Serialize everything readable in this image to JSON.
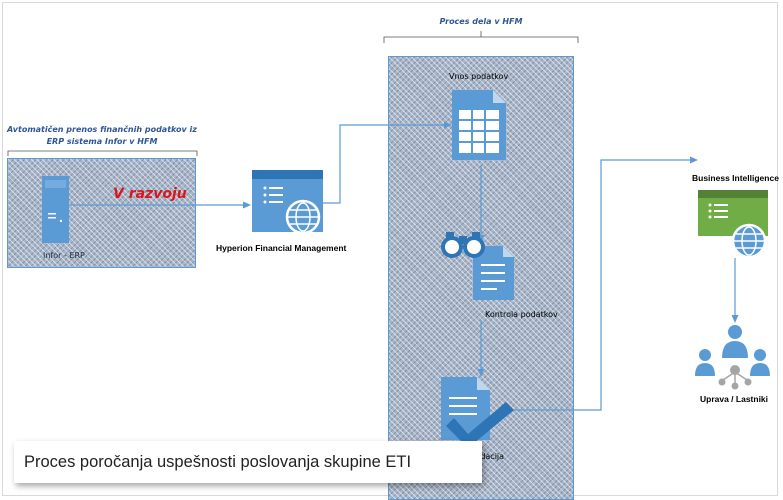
{
  "brackets": {
    "process_label": "Proces dela v HFM",
    "transfer_label_line1": "Avtomatičen prenos finančnih podatkov iz",
    "transfer_label_line2": "ERP sistema Infor v HFM"
  },
  "nodes": {
    "erp_label": "Infor - ERP",
    "development_label": "V razvoju",
    "hfm_label": "Hyperion Financial Management",
    "input_label": "Vnos podatkov",
    "control_label": "Kontrola podatkov",
    "consolidation_label": "Konsolidacija",
    "bi_label": "Business Intelligence",
    "owners_label": "Uprava / Lastniki"
  },
  "caption": "Proces poročanja uspešnosti poslovanja skupine ETI",
  "colors": {
    "accent_blue": "#5b9bd5",
    "dark_blue": "#2e5597",
    "red": "#d9161c",
    "green": "#70ad47",
    "gray": "#a5a5a5"
  }
}
